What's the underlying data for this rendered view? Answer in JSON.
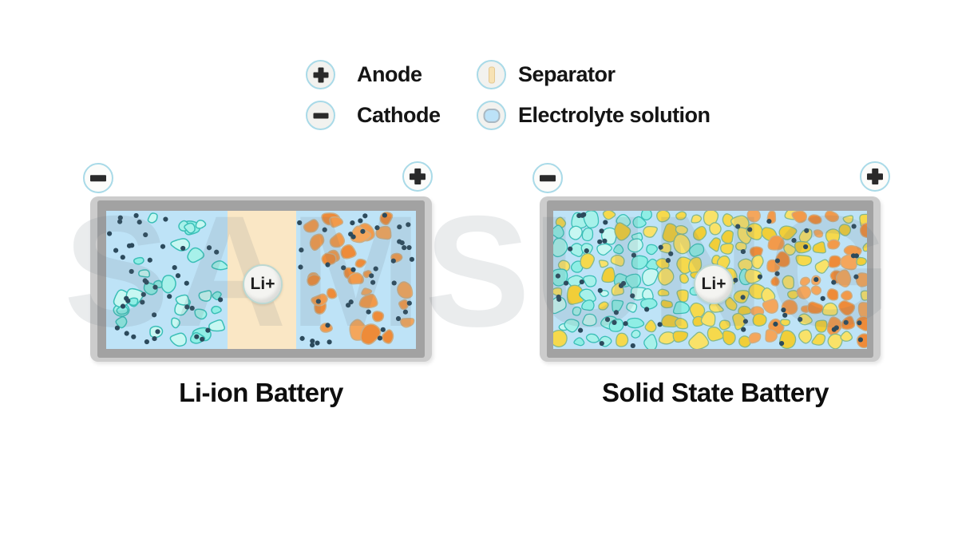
{
  "diagram": {
    "watermark": "SAMSUNG",
    "legend": {
      "items": [
        {
          "icon": "plus-icon",
          "label": "Anode"
        },
        {
          "icon": "minus-icon",
          "label": "Cathode"
        },
        {
          "icon": "separator-icon",
          "label": "Separator"
        },
        {
          "icon": "electrolyte-icon",
          "label": "Electrolyte solution"
        }
      ]
    },
    "batteries": [
      {
        "title": "Li-ion Battery",
        "ion_label": "Li+",
        "left_terminal": "minus",
        "right_terminal": "plus",
        "regions": [
          "cathode-particles-in-electrolyte",
          "separator",
          "anode-particles-in-electrolyte"
        ]
      },
      {
        "title": "Solid State Battery",
        "ion_label": "Li+",
        "left_terminal": "minus",
        "right_terminal": "plus",
        "regions": [
          "cathode-particles",
          "solid-electrolyte-particles",
          "anode-particles"
        ]
      }
    ],
    "colors": {
      "electrolyte_blue": "#BEE3F7",
      "separator_peach": "#FAE7C5",
      "casing_outer": "#CCCCCC",
      "casing_inner": "#A2A2A2",
      "ring_blue": "#A9DAE8",
      "symbol_dark": "#2A2A2A",
      "dot": "#2C4A5C",
      "cyan_stroke": "#3ABFB7",
      "orange_stroke": "#CBAD85",
      "yellow_stroke": "#84B88E",
      "cyan_fills": [
        "#8FEEE5",
        "#A7F1EA",
        "#C8F7F2"
      ],
      "orange_fills": [
        "#F29A4B",
        "#EE8B39",
        "#F4A65C"
      ],
      "yellow_fills": [
        "#F6D94C",
        "#F1CE38",
        "#F9E269"
      ]
    }
  }
}
